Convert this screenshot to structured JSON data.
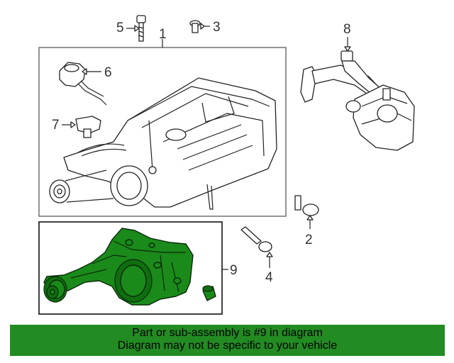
{
  "callouts": {
    "c1": "1",
    "c2": "2",
    "c3": "3",
    "c4": "4",
    "c5": "5",
    "c6": "6",
    "c7": "7",
    "c8": "8",
    "c9": "9"
  },
  "banner": {
    "line1": "Part or sub-assembly is #9 in diagram",
    "line2": "Diagram may not be specific to your vehicle"
  },
  "colors": {
    "highlight": "#1a8a1a",
    "banner": "#228b22"
  }
}
